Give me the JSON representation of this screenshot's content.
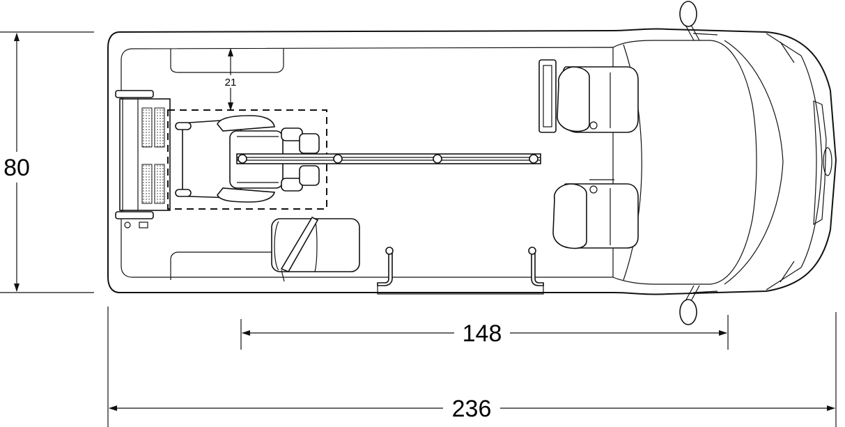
{
  "dimensions": {
    "width": "80",
    "overall_length": "236",
    "floor_length": "148",
    "wall_clearance": "21"
  },
  "colors": {
    "line": "#111111",
    "background": "#ffffff"
  }
}
